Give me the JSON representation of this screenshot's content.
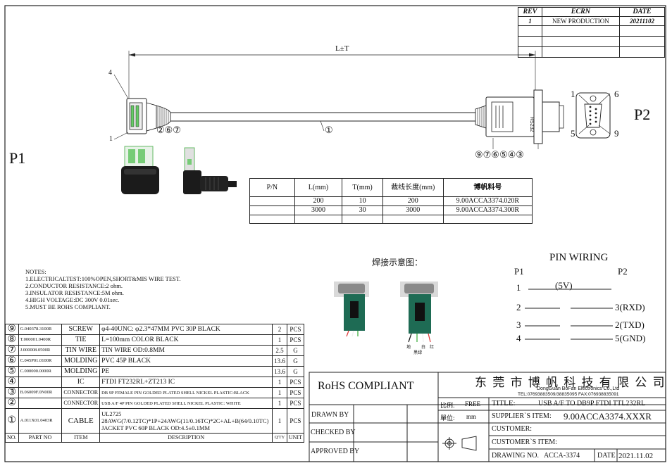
{
  "revision_block": {
    "headers": [
      "REV",
      "ECRN",
      "DATE"
    ],
    "rows": [
      [
        "1",
        "NEW PRODUCTION",
        "20211102"
      ]
    ]
  },
  "drawing": {
    "length_label": "L±T",
    "p1_label": "P1",
    "p2_label": "P2",
    "callouts": {
      "usb_top": "4",
      "usb_bottom": "1",
      "usb_side": "②⑥⑦",
      "cable": "①",
      "db9": "⑨⑦⑥⑤④③"
    },
    "db9_text": "RS232",
    "db9_pins": {
      "p1": "1",
      "p6": "6",
      "p5": "5",
      "p9": "9"
    }
  },
  "pn_table": {
    "headers": [
      "P/N",
      "L(mm)",
      "T(mm)",
      "裁线长度(mm)",
      "博帆料号"
    ],
    "rows": [
      [
        "",
        "200",
        "10",
        "200",
        "9.00ACCA3374.020R"
      ],
      [
        "",
        "3000",
        "30",
        "3000",
        "9.00ACCA3374.300R"
      ],
      [
        "",
        "",
        "",
        "",
        ""
      ]
    ]
  },
  "solder_label": "焊接示意图：",
  "solder_wire_labels": [
    "地",
    "黑绿",
    "白",
    "红"
  ],
  "pin_wiring": {
    "title": "PIN WIRING",
    "p1": "P1",
    "p2": "P2",
    "rows": [
      {
        "left": "1",
        "middle": "(5V)",
        "right": ""
      },
      {
        "left": "2",
        "middle": "",
        "right": "3(RXD)"
      },
      {
        "left": "3",
        "middle": "",
        "right": "2(TXD)"
      },
      {
        "left": "4",
        "middle": "",
        "right": "5(GND)"
      }
    ]
  },
  "notes": {
    "title": "NOTES:",
    "items": [
      "1.ELECTRICALTEST:100%OPEN,SHORT&MIS WIRE TEST.",
      "2.CONDUCTOR RESISTANCE:2 ohm.",
      "3.INSULATOR RESISTANCE:5M ohm.",
      "4.HIGH VOLTAGE:DC 300V 0.01sec.",
      "5.MUST BE ROHS COMPLIANT."
    ]
  },
  "bom": {
    "rows": [
      {
        "no": "⑨",
        "part": "G.040378.3100R",
        "item": "SCREW",
        "desc": "φ4-40UNC: φ2.3*47MM PVC 30P BLACK",
        "qty": "2",
        "unit": "PCS"
      },
      {
        "no": "⑧",
        "part": "T.000001.0400R",
        "item": "TIE",
        "desc": "L=100mm COLOR BLACK",
        "qty": "1",
        "unit": "PCS"
      },
      {
        "no": "⑦",
        "part": "J.000008.0500R",
        "item": "TIN WIRE",
        "desc": "TIN WIRE  OD:0.8MM",
        "qty": "2.5",
        "unit": "G"
      },
      {
        "no": "⑥",
        "part": "C.045P01.0100R",
        "item": "MOLDING",
        "desc": "PVC 45P BLACK",
        "qty": "13.6",
        "unit": "G"
      },
      {
        "no": "⑤",
        "part": "C.000000.0000R",
        "item": "MOLDING",
        "desc": "PE",
        "qty": "13.6",
        "unit": "G"
      },
      {
        "no": "④",
        "part": "",
        "item": "IC",
        "desc": "FTDI FT232RL+ZT213 IC",
        "qty": "1",
        "unit": "PCS"
      },
      {
        "no": "③",
        "part": "B.06009F.0N00R",
        "item": "CONNECTOR",
        "desc": "DB 9P FEMALE PIN GOLDED PLATED SHELL NICKEL PLASTIC:BLACK",
        "qty": "1",
        "unit": "PCS"
      },
      {
        "no": "②",
        "part": "",
        "item": "CONNECTOR",
        "desc": "USB A/F 4P PIN GOLDED PLATED SHELL NICKEL PLASTIC: WHITE",
        "qty": "1",
        "unit": "PCS"
      },
      {
        "no": "①",
        "part": "A.011X01.0403R",
        "item": "CABLE",
        "desc": "UL2725 28AWG(7/0.12TC)*1P+24AWG(11/0.16TC)*2C+AL+B(64/0.10TC) JACKET PVC 60P BLACK OD:4.5±0.1MM",
        "qty": "1",
        "unit": "PCS"
      }
    ],
    "headers": [
      "NO.",
      "PART NO",
      "ITEM",
      "DESCRIPTION",
      "Q'TY",
      "UNIT"
    ]
  },
  "title_block": {
    "rohs": "RoHS COMPLIANT",
    "drawn_by": "DRAWN BY",
    "checked_by": "CHECKED BY",
    "approved_by": "APPROVED BY",
    "company_cn": "东 莞 市 博 帆 科 技 有 限 公 司",
    "company_en": "DongGuan BoFan Electronics Co.,Ltd",
    "company_tel": "TEL:07693883509/38835095  FAX:076938835091",
    "scale_label": "比例:",
    "scale_value": "FREE",
    "unit_label": "單位:",
    "unit_value": "mm",
    "title_label": "TITLE:",
    "title_value": "USB A/F TO DB9P FTDI TTL232RL",
    "supplier_label": "SUPPLIER`S ITEM:",
    "supplier_value": "9.00ACCA3374.XXXR",
    "customer_label": "CUSTOMER:",
    "customer_item_label": "CUSTOMER`S ITEM:",
    "drawing_no_label": "DRAWING NO.",
    "drawing_no_value": "ACCA-3374",
    "date_label": "DATE",
    "date_value": "2021.11.02"
  }
}
